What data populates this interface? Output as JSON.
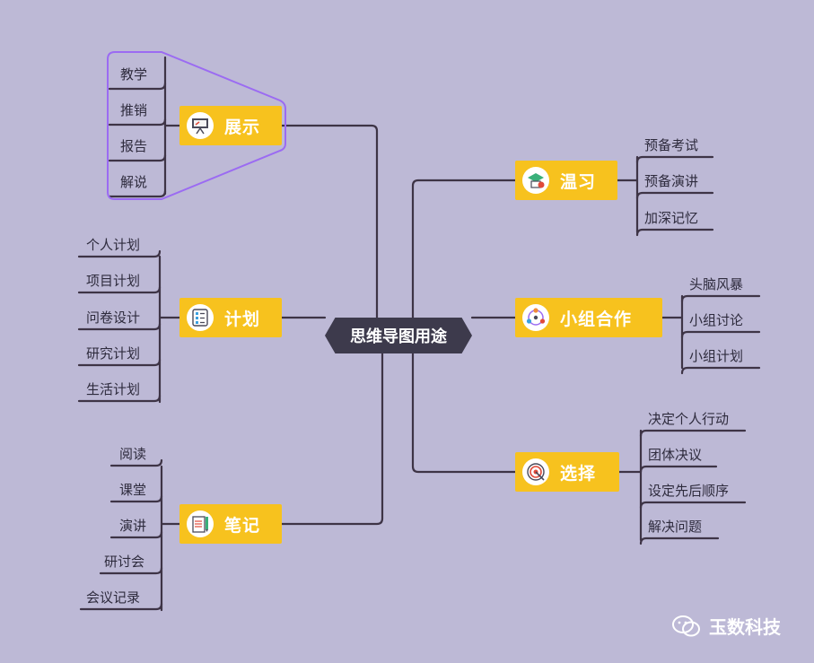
{
  "center": "思维导图用途",
  "branches": {
    "zhanshi": {
      "label": "展示",
      "children": [
        "教学",
        "推销",
        "报告",
        "解说"
      ]
    },
    "jihua": {
      "label": "计划",
      "children": [
        "个人计划",
        "项目计划",
        "问卷设计",
        "研究计划",
        "生活计划"
      ]
    },
    "biji": {
      "label": "笔记",
      "children": [
        "阅读",
        "课堂",
        "演讲",
        "研讨会",
        "会议记录"
      ]
    },
    "wenxi": {
      "label": "温习",
      "children": [
        "预备考试",
        "预备演讲",
        "加深记忆"
      ]
    },
    "xiaozu": {
      "label": "小组合作",
      "children": [
        "头脑风暴",
        "小组讨论",
        "小组计划"
      ]
    },
    "xuanze": {
      "label": "选择",
      "children": [
        "决定个人行动",
        "团体决议",
        "设定先后顺序",
        "解决问题"
      ]
    }
  },
  "icons": {
    "zhanshi": "presentation-icon",
    "jihua": "checklist-icon",
    "biji": "notes-icon",
    "wenxi": "study-icon",
    "xiaozu": "team-icon",
    "xuanze": "target-icon"
  },
  "colors": {
    "background": "#bdb9d6",
    "node": "#f7c21e",
    "center": "#3d3a4c",
    "line": "#3e3446",
    "highlight": "#9b6bf2"
  },
  "watermark": "玉数科技"
}
